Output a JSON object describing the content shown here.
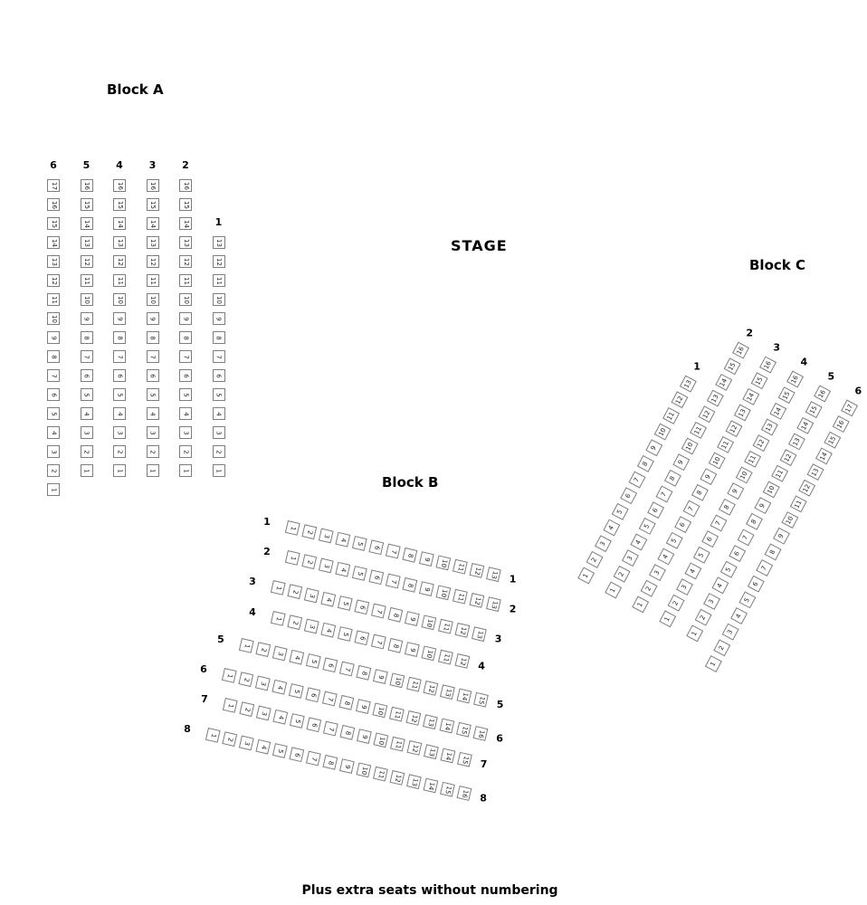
{
  "stage": {
    "label": "STAGE"
  },
  "footer": {
    "note": "Plus extra seats without numbering"
  },
  "seat_style": {
    "border_color": "#7d7d7d",
    "number_color": "#222222",
    "fill": "#ffffff"
  },
  "blocks": {
    "a": {
      "title": "Block A",
      "columns": [
        {
          "label": "6",
          "seat_numbers": [
            17,
            16,
            15,
            14,
            13,
            12,
            11,
            10,
            9,
            8,
            7,
            6,
            5,
            4,
            3,
            2,
            1
          ]
        },
        {
          "label": "5",
          "seat_numbers": [
            16,
            15,
            14,
            13,
            12,
            11,
            10,
            9,
            8,
            7,
            6,
            5,
            4,
            3,
            2,
            1
          ]
        },
        {
          "label": "4",
          "seat_numbers": [
            16,
            15,
            14,
            13,
            12,
            11,
            10,
            9,
            8,
            7,
            6,
            5,
            4,
            3,
            2,
            1
          ]
        },
        {
          "label": "3",
          "seat_numbers": [
            16,
            15,
            14,
            13,
            12,
            11,
            10,
            9,
            8,
            7,
            6,
            5,
            4,
            3,
            2,
            1
          ]
        },
        {
          "label": "2",
          "seat_numbers": [
            16,
            15,
            14,
            13,
            12,
            11,
            10,
            9,
            8,
            7,
            6,
            5,
            4,
            3,
            2,
            1
          ]
        },
        {
          "label": "1",
          "seat_numbers": [
            13,
            12,
            11,
            10,
            9,
            8,
            7,
            6,
            5,
            4,
            3,
            2,
            1
          ]
        }
      ]
    },
    "b": {
      "title": "Block B",
      "rows": [
        {
          "label": "1",
          "seat_numbers": [
            1,
            2,
            3,
            4,
            5,
            6,
            7,
            8,
            9,
            10,
            11,
            12,
            13
          ]
        },
        {
          "label": "2",
          "seat_numbers": [
            1,
            2,
            3,
            4,
            5,
            6,
            7,
            8,
            9,
            10,
            11,
            12,
            13
          ]
        },
        {
          "label": "3",
          "seat_numbers": [
            1,
            2,
            3,
            4,
            5,
            6,
            7,
            8,
            9,
            10,
            11,
            12,
            13
          ]
        },
        {
          "label": "4",
          "seat_numbers": [
            1,
            2,
            3,
            4,
            5,
            6,
            7,
            8,
            9,
            10,
            11,
            12
          ]
        },
        {
          "label": "5",
          "seat_numbers": [
            1,
            2,
            3,
            4,
            5,
            6,
            7,
            8,
            9,
            10,
            11,
            12,
            13,
            14,
            15
          ]
        },
        {
          "label": "6",
          "seat_numbers": [
            1,
            2,
            3,
            4,
            5,
            6,
            7,
            8,
            9,
            10,
            11,
            12,
            13,
            14,
            15,
            16
          ]
        },
        {
          "label": "7",
          "seat_numbers": [
            1,
            2,
            3,
            4,
            5,
            6,
            7,
            8,
            9,
            10,
            11,
            12,
            13,
            14,
            15
          ]
        },
        {
          "label": "8",
          "seat_numbers": [
            1,
            2,
            3,
            4,
            5,
            6,
            7,
            8,
            9,
            10,
            11,
            12,
            13,
            14,
            15,
            16
          ]
        }
      ]
    },
    "c": {
      "title": "Block C",
      "columns": [
        {
          "label": "1",
          "seat_numbers": [
            13,
            12,
            11,
            10,
            9,
            8,
            7,
            6,
            5,
            4,
            3,
            2,
            1
          ]
        },
        {
          "label": "2",
          "seat_numbers": [
            16,
            15,
            14,
            13,
            12,
            11,
            10,
            9,
            8,
            7,
            6,
            5,
            4,
            3,
            2,
            1
          ]
        },
        {
          "label": "3",
          "seat_numbers": [
            16,
            15,
            14,
            13,
            12,
            11,
            10,
            9,
            8,
            7,
            6,
            5,
            4,
            3,
            2,
            1
          ]
        },
        {
          "label": "4",
          "seat_numbers": [
            16,
            15,
            14,
            13,
            12,
            11,
            10,
            9,
            8,
            7,
            6,
            5,
            4,
            3,
            2,
            1
          ]
        },
        {
          "label": "5",
          "seat_numbers": [
            16,
            15,
            14,
            13,
            12,
            11,
            10,
            9,
            8,
            7,
            6,
            5,
            4,
            3,
            2,
            1
          ]
        },
        {
          "label": "6",
          "seat_numbers": [
            17,
            16,
            15,
            14,
            13,
            12,
            11,
            10,
            9,
            8,
            7,
            6,
            5,
            4,
            3,
            2,
            1
          ]
        }
      ]
    }
  }
}
